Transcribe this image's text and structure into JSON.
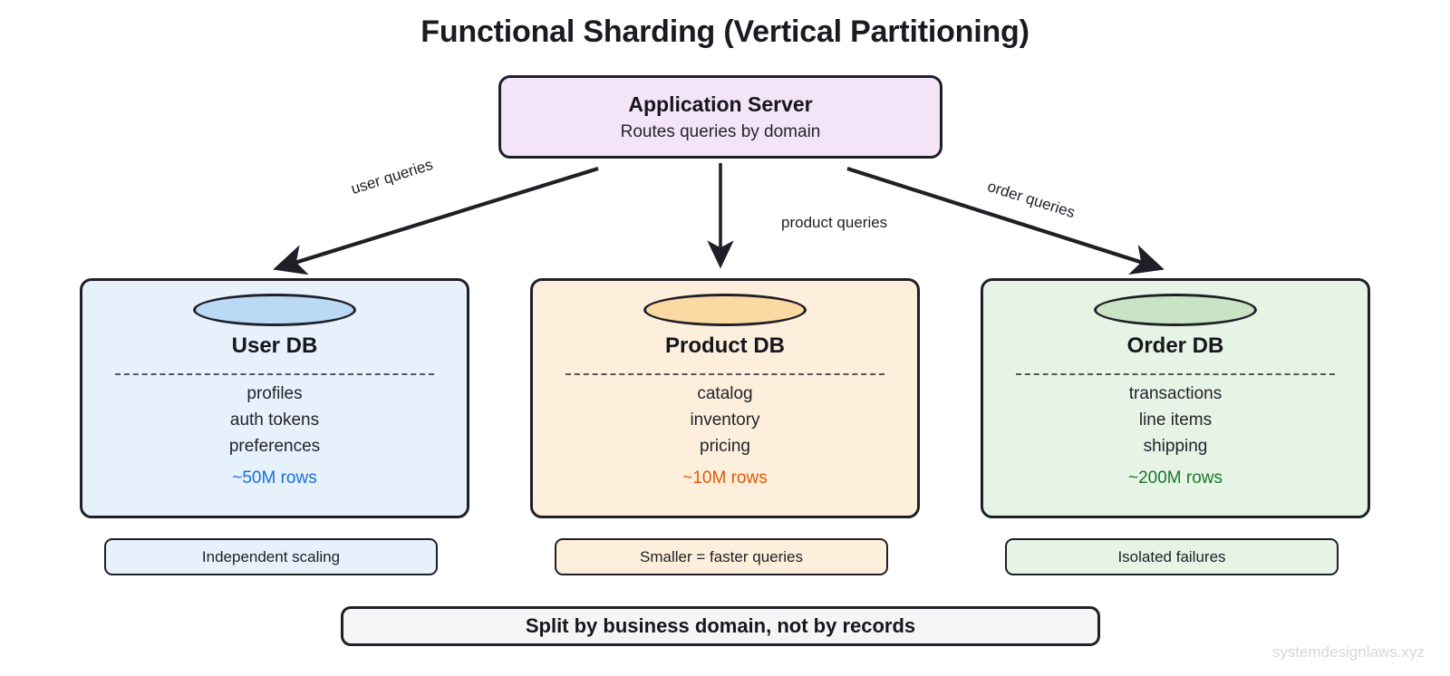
{
  "title": "Functional Sharding (Vertical Partitioning)",
  "app_server": {
    "name": "Application Server",
    "subtitle": "Routes queries by domain",
    "fill": "#f3e4f7"
  },
  "edges": [
    {
      "label": "user queries",
      "target": "User DB",
      "direction": "down-left"
    },
    {
      "label": "product queries",
      "target": "Product DB",
      "direction": "down"
    },
    {
      "label": "order queries",
      "target": "Order DB",
      "direction": "down-right"
    }
  ],
  "databases": [
    {
      "name": "User DB",
      "items": [
        "profiles",
        "auth tokens",
        "preferences"
      ],
      "rows": "~50M rows",
      "benefit": "Independent scaling",
      "fill": "#e6f1fb",
      "accent": "#1b6fd4",
      "cylinder_fill": "#bad9f5"
    },
    {
      "name": "Product DB",
      "items": [
        "catalog",
        "inventory",
        "pricing"
      ],
      "rows": "~10M rows",
      "benefit": "Smaller = faster queries",
      "fill": "#fdefdb",
      "accent": "#e2590a",
      "cylinder_fill": "#fbd9a2"
    },
    {
      "name": "Order DB",
      "items": [
        "transactions",
        "line items",
        "shipping"
      ],
      "rows": "~200M rows",
      "benefit": "Isolated failures",
      "fill": "#e6f4e6",
      "accent": "#19762a",
      "cylinder_fill": "#c8e4c5"
    }
  ],
  "summary": "Split by business domain, not by records",
  "watermark": "systemdesignlaws.xyz"
}
